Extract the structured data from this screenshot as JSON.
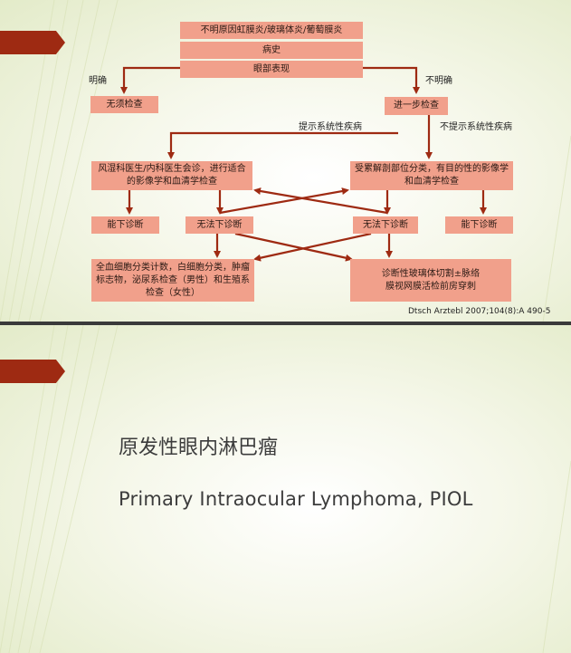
{
  "slide1": {
    "boxes": {
      "top1": "不明原因虹膜炎/玻璃体炎/葡萄膜炎",
      "top2": "病史",
      "top3": "眼部表现",
      "no_exam": "无须检查",
      "further": "进一步检查",
      "rheum": "风湿科医生/内科医生会诊，进行适合的影像学和血清学检查",
      "site": "受累解剖部位分类，有目的性的影像学和血清学检查",
      "diag_left": "能下诊断",
      "undiag_left": "无法下诊断",
      "undiag_right": "无法下诊断",
      "diag_right": "能下诊断",
      "blood": "全血细胞分类计数，白细胞分类，肿瘤标志物，泌尿系检查（男性）和生殖系检查（女性）",
      "vitrectomy": "诊断性玻璃体切割±脉络膜视网膜活检前房穿刺"
    },
    "labels": {
      "clear": "明确",
      "unclear": "不明确",
      "systemic": "提示系统性疾病",
      "not_systemic": "不提示系统性疾病"
    },
    "citation": "Dtsch Arztebl 2007;104(8):A 490-5"
  },
  "slide2": {
    "title_cn": "原发性眼内淋巴瘤",
    "title_en": "Primary Intraocular Lymphoma, PIOL"
  },
  "colors": {
    "box": "#f1a08b",
    "arrow": "#9e2a12",
    "tab": "#9e2a12"
  }
}
